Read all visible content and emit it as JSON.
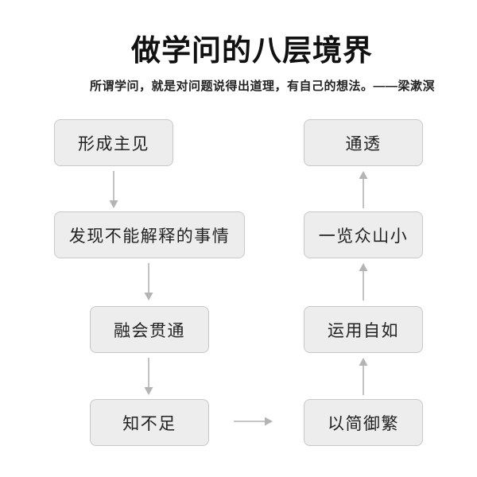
{
  "page": {
    "title": "做学问的八层境界",
    "subtitle": "所谓学问，就是对问题说得出道理，有自己的想法。——梁漱溟"
  },
  "colors": {
    "background": "#ffffff",
    "box_fill": "#ededed",
    "box_border": "#c8c8c8",
    "arrow": "#b4b4b4",
    "title_text": "#111111",
    "body_text": "#222222"
  },
  "flowchart": {
    "nodes": [
      {
        "level": 1,
        "label": "形成主见"
      },
      {
        "level": 2,
        "label": "发现不能解释的事情"
      },
      {
        "level": 3,
        "label": "融会贯通"
      },
      {
        "level": 4,
        "label": "知不足"
      },
      {
        "level": 5,
        "label": "以简御繁"
      },
      {
        "level": 6,
        "label": "运用自如"
      },
      {
        "level": 7,
        "label": "一览众山小"
      },
      {
        "level": 8,
        "label": "通透"
      }
    ],
    "edges": [
      {
        "from": "形成主见",
        "to": "发现不能解释的事情",
        "direction": "down"
      },
      {
        "from": "发现不能解释的事情",
        "to": "融会贯通",
        "direction": "down"
      },
      {
        "from": "融会贯通",
        "to": "知不足",
        "direction": "down"
      },
      {
        "from": "知不足",
        "to": "以简御繁",
        "direction": "right"
      },
      {
        "from": "以简御繁",
        "to": "运用自如",
        "direction": "up"
      },
      {
        "from": "运用自如",
        "to": "一览众山小",
        "direction": "up"
      },
      {
        "from": "一览众山小",
        "to": "通透",
        "direction": "up"
      }
    ]
  }
}
